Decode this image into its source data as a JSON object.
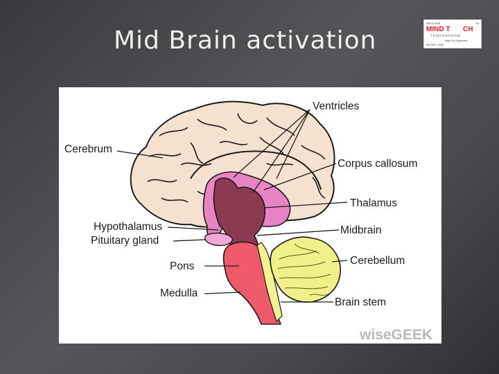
{
  "slide": {
    "title": "Mid Brain activation"
  },
  "logo": {
    "line_top": "SINCE 2016",
    "line_badge": "TM",
    "brand_a": "MIND T",
    "brand_b": "CH",
    "subtitle": "International",
    "tagline": "Mind, Dr. Experience",
    "reg": "ISO 9001 : 2008"
  },
  "diagram": {
    "watermark": "wiseGEEK",
    "labels": {
      "ventricles": "Ventricles",
      "cerebrum": "Cerebrum",
      "corpus_callosum": "Corpus callosum",
      "thalamus": "Thalamus",
      "hypothalamus": "Hypothalamus",
      "midbrain": "Midbrain",
      "pituitary_gland": "Pituitary gland",
      "pons": "Pons",
      "cerebellum": "Cerebellum",
      "medulla": "Medulla",
      "brain_stem": "Brain stem"
    }
  },
  "colors": {
    "cerebrum": "#f5e1cf",
    "ventricle_pink": "#e883c4",
    "thalamus_maroon": "#8b3a52",
    "brainstem_red": "#ee5a6a",
    "cerebellum_yellow": "#f0ef8a",
    "pituitary_pink": "#f0a8d8",
    "watermark": "#b9b9b9",
    "logo_red": "#d0202a"
  }
}
